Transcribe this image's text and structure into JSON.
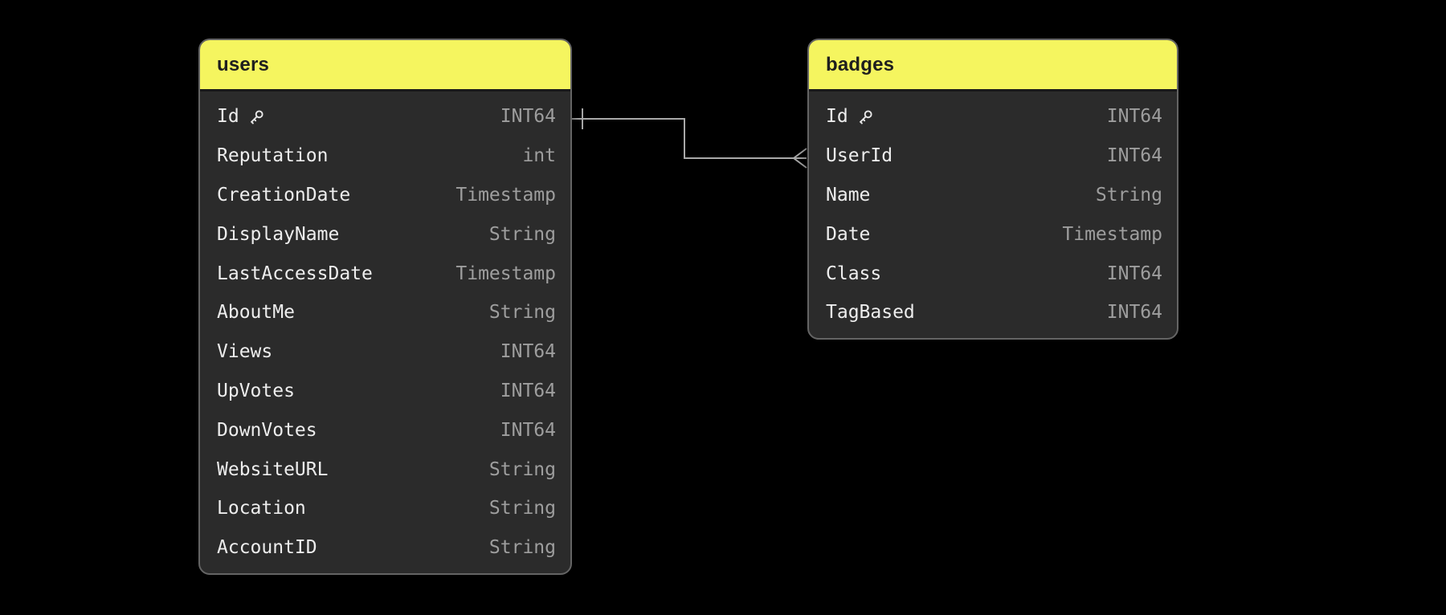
{
  "canvas": {
    "background_color": "#000000"
  },
  "colors": {
    "table_header_background": "#f5f55f",
    "table_header_text": "#1e1e1e",
    "table_body_background": "#2b2b2b",
    "table_border": "#646464",
    "field_name_text": "#ededed",
    "field_type_text": "#9e9e9e",
    "relationship_line": "#a8a8a8"
  },
  "tables": [
    {
      "title": "users",
      "rows": [
        {
          "name": "Id",
          "type": "INT64",
          "key": true
        },
        {
          "name": "Reputation",
          "type": "int",
          "key": false
        },
        {
          "name": "CreationDate",
          "type": "Timestamp",
          "key": false
        },
        {
          "name": "DisplayName",
          "type": "String",
          "key": false
        },
        {
          "name": "LastAccessDate",
          "type": "Timestamp",
          "key": false
        },
        {
          "name": "AboutMe",
          "type": "String",
          "key": false
        },
        {
          "name": "Views",
          "type": "INT64",
          "key": false
        },
        {
          "name": "UpVotes",
          "type": "INT64",
          "key": false
        },
        {
          "name": "DownVotes",
          "type": "INT64",
          "key": false
        },
        {
          "name": "WebsiteURL",
          "type": "String",
          "key": false
        },
        {
          "name": "Location",
          "type": "String",
          "key": false
        },
        {
          "name": "AccountID",
          "type": "String",
          "key": false
        }
      ]
    },
    {
      "title": "badges",
      "rows": [
        {
          "name": "Id",
          "type": "INT64",
          "key": true
        },
        {
          "name": "UserId",
          "type": "INT64",
          "key": false
        },
        {
          "name": "Name",
          "type": "String",
          "key": false
        },
        {
          "name": "Date",
          "type": "Timestamp",
          "key": false
        },
        {
          "name": "Class",
          "type": "INT64",
          "key": false
        },
        {
          "name": "TagBased",
          "type": "INT64",
          "key": false
        }
      ]
    }
  ],
  "relationship": {
    "from_table": "users",
    "from_field": "Id",
    "from_cardinality": "one",
    "to_table": "badges",
    "to_field": "UserId",
    "to_cardinality": "many"
  }
}
